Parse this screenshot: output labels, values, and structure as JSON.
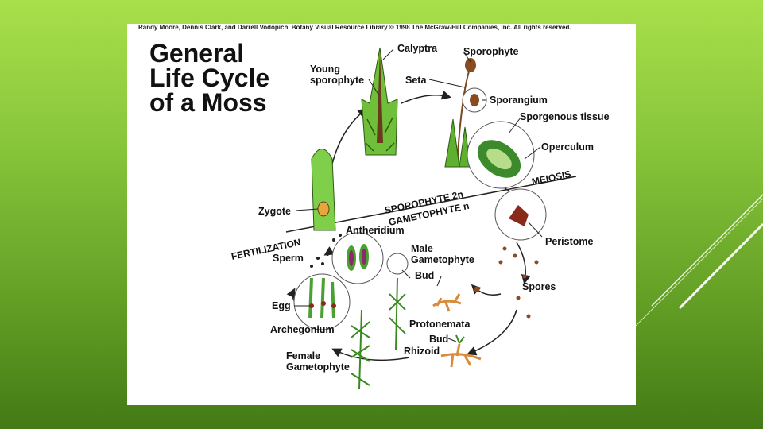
{
  "credit": "Randy Moore, Dennis Clark, and Darrell Vodopich, Botany Visual Resource Library © 1998 The McGraw-Hill Companies, Inc. All rights reserved.",
  "title": {
    "line1": "General",
    "line2": "Life Cycle",
    "line3": "of a Moss"
  },
  "phases": {
    "meiosis": "MEIOSIS",
    "sporophyte": "SPOROPHYTE 2n",
    "gametophyte": "GAMETOPHYTE n",
    "fertilization": "FERTILIZATION"
  },
  "labels": {
    "calyptra": "Calyptra",
    "sporophyte": "Sporophyte",
    "young_sporophyte_1": "Young",
    "young_sporophyte_2": "sporophyte",
    "seta": "Seta",
    "sporangium": "Sporangium",
    "sporogenous_tissue": "Sporgenous tissue",
    "operculum": "Operculum",
    "zygote": "Zygote",
    "antheridium": "Antheridium",
    "sperm": "Sperm",
    "male_gametophyte_1": "Male",
    "male_gametophyte_2": "Gametophyte",
    "peristome": "Peristome",
    "bud_upper": "Bud",
    "spores": "Spores",
    "egg": "Egg",
    "archegonium": "Archegonium",
    "protonemata": "Protonemata",
    "bud_lower": "Bud",
    "rhizoid": "Rhizoid",
    "female_gametophyte_1": "Female",
    "female_gametophyte_2": "Gametophyte"
  }
}
